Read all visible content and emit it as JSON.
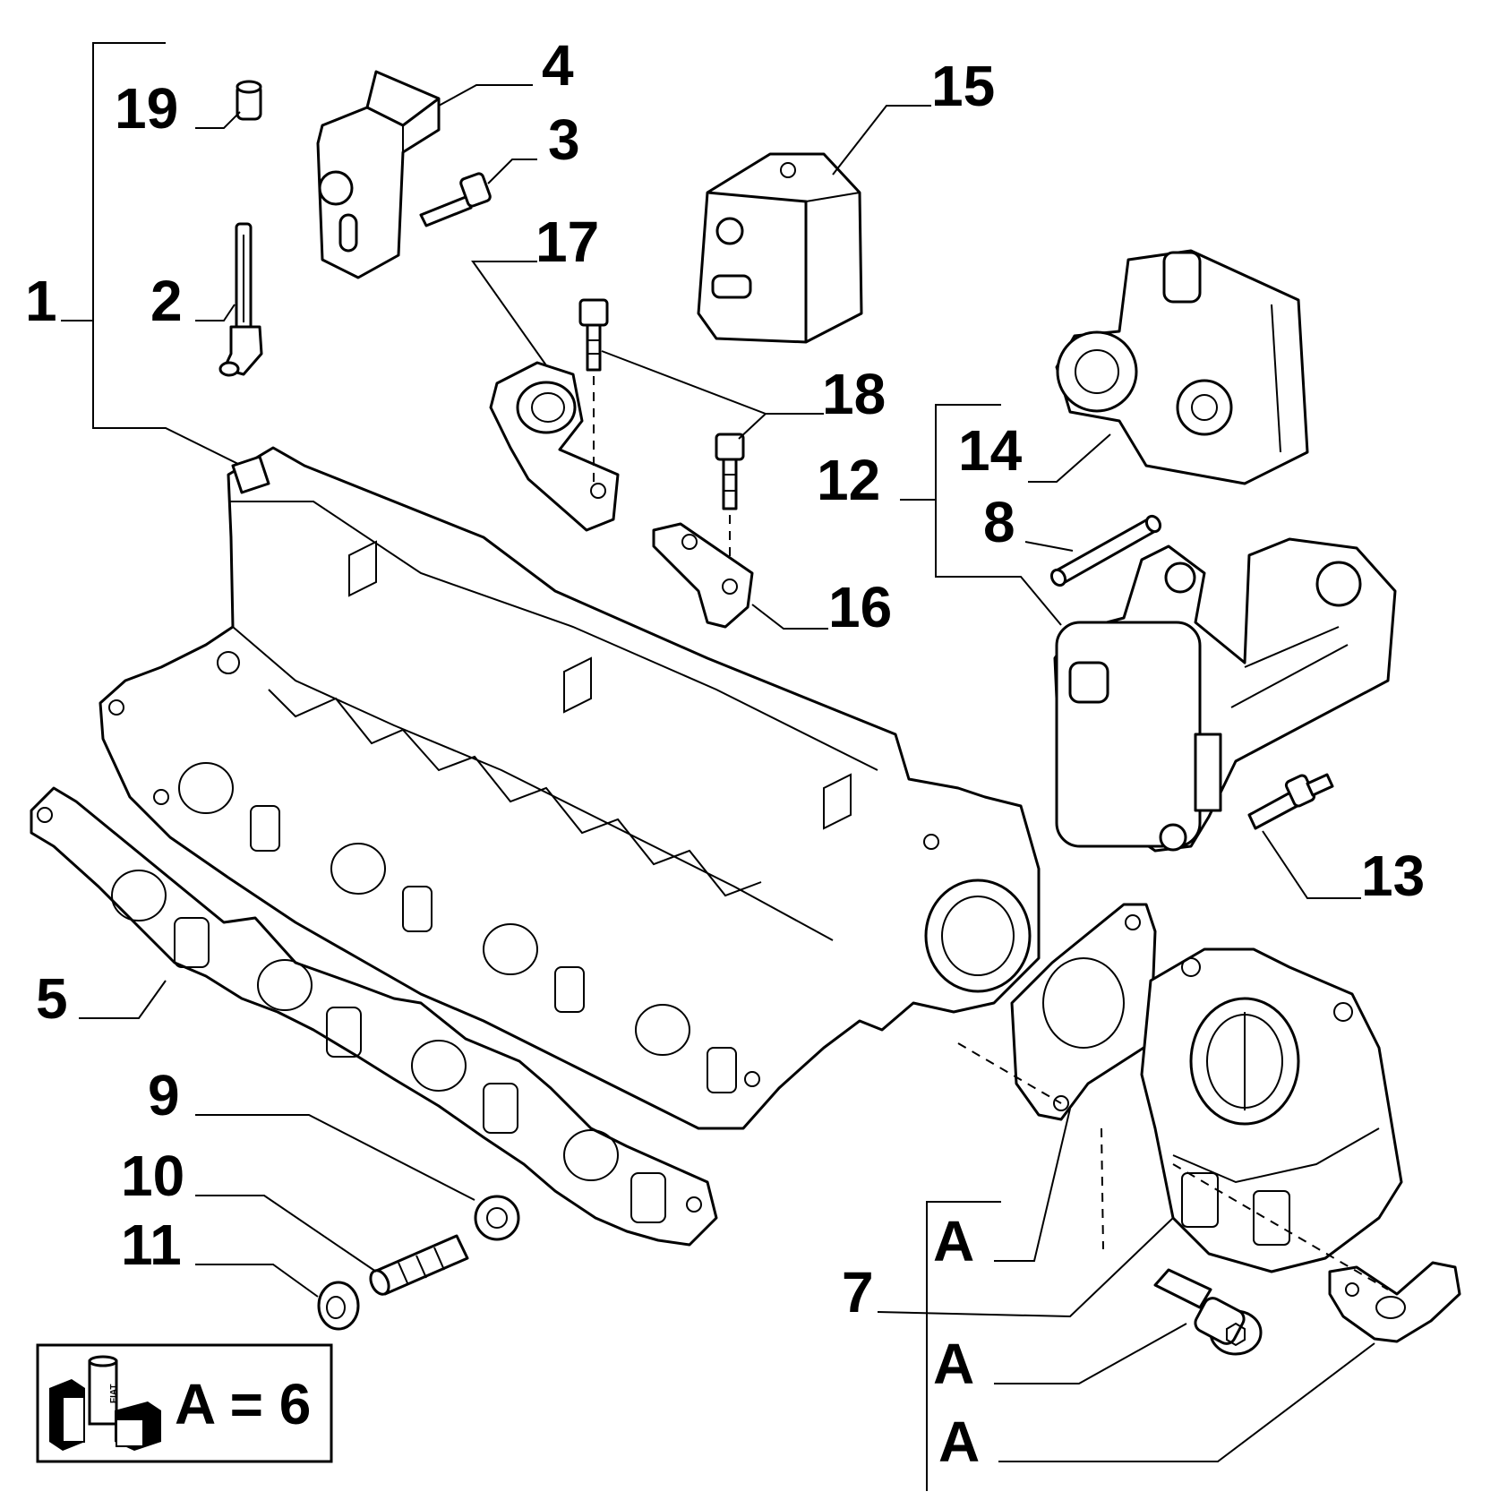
{
  "callouts": {
    "c1": "1",
    "c2": "2",
    "c3": "3",
    "c4": "4",
    "c5": "5",
    "c7": "7",
    "c8": "8",
    "c9": "9",
    "c10": "10",
    "c11": "11",
    "c12": "12",
    "c13": "13",
    "c14": "14",
    "c15": "15",
    "c16": "16",
    "c17": "17",
    "c18": "18",
    "c19": "19"
  },
  "group_labels": {
    "a1": "A",
    "a2": "A",
    "a3": "A"
  },
  "legend": {
    "text": "A = 6",
    "logo_text": "FIAT"
  }
}
